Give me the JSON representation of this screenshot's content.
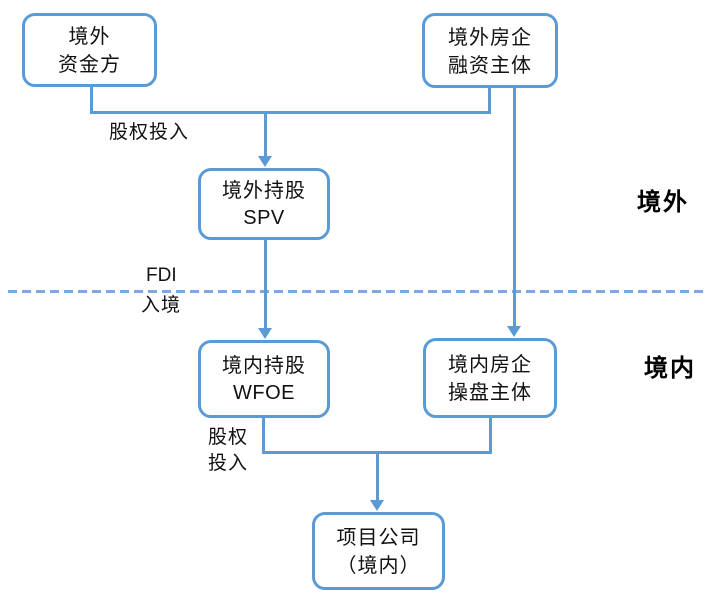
{
  "diagram": {
    "nodes": {
      "offshore_capital": {
        "line1": "境外",
        "line2": "资金方"
      },
      "offshore_financer": {
        "line1": "境外房企",
        "line2": "融资主体"
      },
      "offshore_spv": {
        "line1": "境外持股",
        "line2": "SPV"
      },
      "onshore_wfoe": {
        "line1": "境内持股",
        "line2": "WFOE"
      },
      "onshore_operator": {
        "line1": "境内房企",
        "line2": "操盘主体"
      },
      "project_company": {
        "line1": "项目公司",
        "line2": "（境内）"
      }
    },
    "edge_labels": {
      "equity_top": "股权投入",
      "fdi": "FDI",
      "entry": "入境",
      "equity_bottom_line1": "股权",
      "equity_bottom_line2": "投入"
    },
    "region_labels": {
      "offshore": "境外",
      "onshore": "境内"
    },
    "colors": {
      "connector": "#5B9BD5",
      "dashed_boundary": "#7FA8DC",
      "text": "#111111"
    }
  }
}
